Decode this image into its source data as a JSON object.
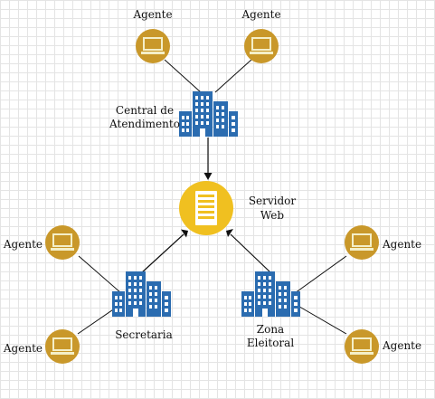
{
  "colors": {
    "agent": "#c9982a",
    "agent_icon": "#f4efc8",
    "building": "#2b6cb0",
    "server": "#f0c020",
    "edge": "#111111"
  },
  "nodes": {
    "server": {
      "label_line1": "Servidor",
      "label_line2": "Web",
      "icon": "server-icon"
    },
    "central": {
      "label_line1": "Central de",
      "label_line2": "Atendimento",
      "icon": "building-icon"
    },
    "secretaria": {
      "label": "Secretaria",
      "icon": "building-icon"
    },
    "zona": {
      "label_line1": "Zona",
      "label_line2": "Eleitoral",
      "icon": "building-icon"
    },
    "agents": [
      {
        "label": "Agente",
        "icon": "laptop-icon"
      },
      {
        "label": "Agente",
        "icon": "laptop-icon"
      },
      {
        "label": "Agente",
        "icon": "laptop-icon"
      },
      {
        "label": "Agente",
        "icon": "laptop-icon"
      },
      {
        "label": "Agente",
        "icon": "laptop-icon"
      },
      {
        "label": "Agente",
        "icon": "laptop-icon"
      }
    ]
  }
}
